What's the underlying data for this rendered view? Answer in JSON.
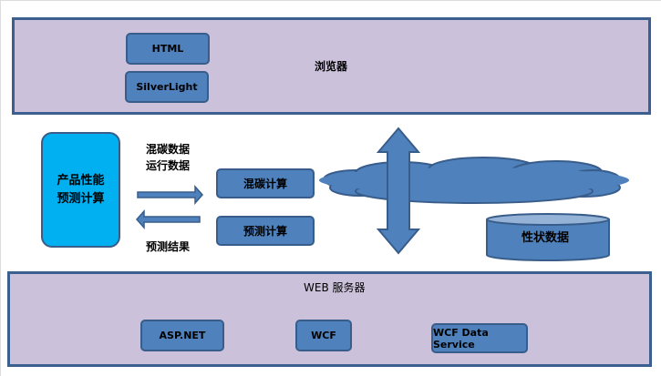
{
  "browser_panel": {
    "label": "浏览器",
    "items": [
      {
        "label": "HTML"
      },
      {
        "label": "SilverLight"
      }
    ]
  },
  "client": {
    "box_lines": [
      "产品性能",
      "预测计算"
    ],
    "request_lines": [
      "混碳数据",
      "运行数据"
    ],
    "response_label": "预测结果"
  },
  "services": [
    {
      "label": "混碳计算"
    },
    {
      "label": "预测计算"
    }
  ],
  "datastore": {
    "label": "性状数据"
  },
  "web_panel": {
    "label": "WEB 服务器",
    "items": [
      {
        "label": "ASP.NET"
      },
      {
        "label": "WCF"
      },
      {
        "label": "WCF Data Service"
      }
    ]
  },
  "colors": {
    "panel_fill": "#ccc1da",
    "panel_border": "#3b5f8e",
    "shape_fill": "#4f81bd",
    "shape_border": "#385d8a",
    "client_fill": "#00b0f0"
  }
}
